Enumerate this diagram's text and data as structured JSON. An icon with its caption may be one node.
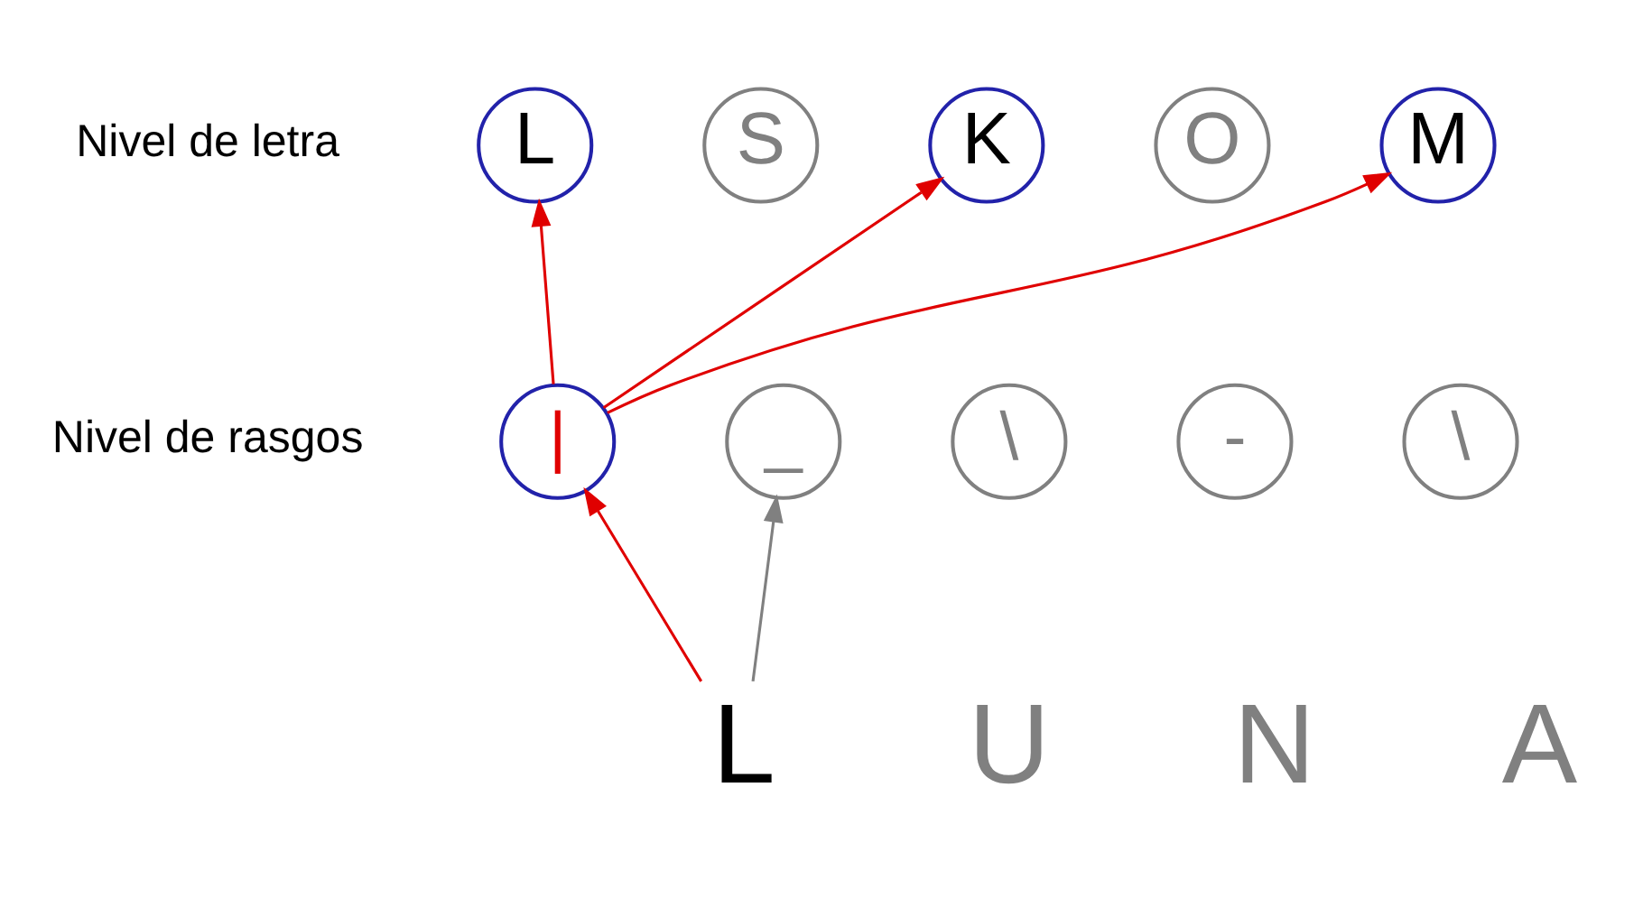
{
  "diagram": {
    "nodes": [
      {
        "text": [
          "L"
        ]
      },
      {
        "text": [
          "S"
        ]
      },
      {
        "text": [
          "K"
        ]
      },
      {
        "text": [
          "O"
        ]
      },
      {
        "text": [
          "M"
        ]
      },
      {
        "text": [
          "|"
        ]
      },
      {
        "text": [
          "_"
        ]
      },
      {
        "text": [
          "\\"
        ]
      },
      {
        "text": [
          "-"
        ]
      },
      {
        "text": [
          "\\"
        ]
      },
      {
        "text": [
          "L"
        ]
      }
    ],
    "edges": [
      {
        "from": 10,
        "to": 5,
        "arrow": "to"
      },
      {
        "from": 10,
        "to": 6,
        "arrow": "to",
        "color": "#808080"
      },
      {
        "from": 5,
        "to": 0,
        "arrow": "to"
      },
      {
        "from": 5,
        "to": 2,
        "arrow": "to"
      },
      {
        "from": 5,
        "to": 4,
        "arrow": "to"
      }
    ],
    "labels": [
      "Nivel de letra",
      "Nivel de rasgos",
      "U",
      "N",
      "A"
    ]
  }
}
